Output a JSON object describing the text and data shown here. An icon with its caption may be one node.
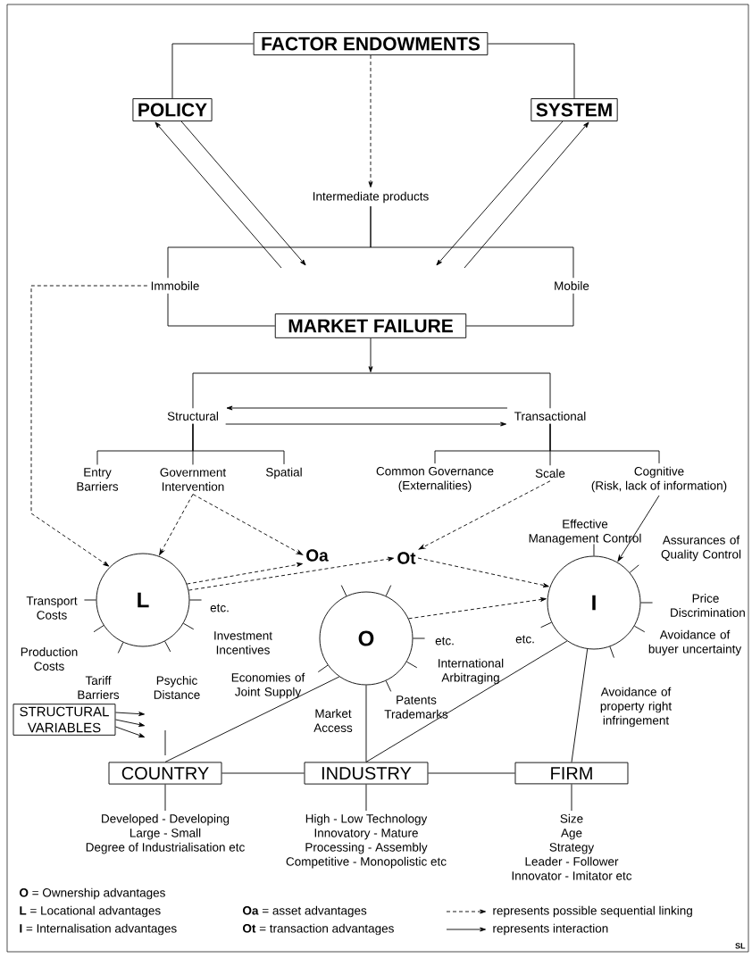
{
  "diagram": {
    "nodes": [
      {
        "text": [
          "FACTOR ENDOWMENTS"
        ]
      },
      {
        "text": [
          "POLICY"
        ]
      },
      {
        "text": [
          "SYSTEM"
        ]
      },
      {
        "text": [
          "Intermediate products"
        ]
      },
      {
        "text": [
          "Immobile"
        ]
      },
      {
        "text": [
          "Mobile"
        ]
      },
      {
        "text": [
          "MARKET FAILURE"
        ]
      },
      {
        "text": [
          "Structural"
        ]
      },
      {
        "text": [
          "Transactional"
        ]
      },
      {
        "text": [
          "Entry Barriers"
        ]
      },
      {
        "text": [
          "Government Intervention"
        ]
      },
      {
        "text": [
          "Spatial"
        ]
      },
      {
        "text": [
          "Common Governance",
          "(Externalities)"
        ]
      },
      {
        "text": [
          "Scale"
        ]
      },
      {
        "text": [
          "Cognitive",
          "(Risk, lack of information)"
        ]
      },
      {
        "text": [
          "L"
        ],
        "beside": [
          "Transport Costs",
          "Production Costs",
          "Tariff Barriers",
          "Psychic Distance",
          "Investment Incentives",
          "etc."
        ]
      },
      {
        "text": [
          "Oa"
        ]
      },
      {
        "text": [
          "Ot"
        ]
      },
      {
        "text": [
          "O"
        ],
        "beside": [
          "Economies of Joint Supply",
          "Market Access",
          "Patents Trademarks",
          "International Arbitraging",
          "etc."
        ]
      },
      {
        "text": [
          "I"
        ],
        "beside": [
          "Effective Management Control",
          "Assurances of Quality Control",
          "Price Discrimination",
          "Avoidance of buyer uncertainty",
          "Avoidance of property right infringement",
          "etc."
        ]
      },
      {
        "text": [
          "STRUCTURAL VARIABLES"
        ]
      },
      {
        "text": [
          "COUNTRY"
        ]
      },
      {
        "text": [
          "INDUSTRY"
        ]
      },
      {
        "text": [
          "FIRM"
        ]
      },
      {
        "text": [
          "Developed - Developing",
          "Large - Small",
          "Degree of Industrialisation etc"
        ]
      },
      {
        "text": [
          "High - Low Technology",
          "Innovatory - Mature",
          "Processing - Assembly",
          "Competitive - Monopolistic etc"
        ]
      },
      {
        "text": [
          "Size",
          "Age",
          "Strategy",
          "Leader - Follower",
          "Innovator - Imitator etc"
        ]
      }
    ],
    "edges": [
      {
        "from": 0,
        "to": 1,
        "arrow": "none"
      },
      {
        "from": 0,
        "to": 2,
        "arrow": "none"
      },
      {
        "from": 0,
        "to": 3,
        "arrow": "to",
        "style": "dashed"
      },
      {
        "from": 1,
        "to": null,
        "arrow": "to"
      },
      {
        "from": null,
        "to": 1,
        "arrow": "to"
      },
      {
        "from": 2,
        "to": null,
        "arrow": "to"
      },
      {
        "from": null,
        "to": 2,
        "arrow": "to"
      },
      {
        "from": 3,
        "to": 4,
        "arrow": "none"
      },
      {
        "from": 3,
        "to": 5,
        "arrow": "none"
      },
      {
        "from": 4,
        "to": 6,
        "arrow": "none"
      },
      {
        "from": 5,
        "to": 6,
        "arrow": "none"
      },
      {
        "from": 4,
        "to": 15,
        "arrow": "to",
        "style": "dashed"
      },
      {
        "from": 6,
        "to": null,
        "arrow": "to"
      },
      {
        "from": 7,
        "to": 8,
        "arrow": "none"
      },
      {
        "from": 7,
        "to": 8,
        "arrow": "to"
      },
      {
        "from": 8,
        "to": 7,
        "arrow": "to"
      },
      {
        "from": 7,
        "to": 9,
        "arrow": "none"
      },
      {
        "from": 7,
        "to": 10,
        "arrow": "none"
      },
      {
        "from": 7,
        "to": 11,
        "arrow": "none"
      },
      {
        "from": 8,
        "to": 12,
        "arrow": "none"
      },
      {
        "from": 8,
        "to": 13,
        "arrow": "none"
      },
      {
        "from": 8,
        "to": 14,
        "arrow": "none"
      },
      {
        "from": 10,
        "to": 15,
        "arrow": "to",
        "style": "dashed"
      },
      {
        "from": 10,
        "to": 16,
        "arrow": "to",
        "style": "dashed"
      },
      {
        "from": 13,
        "to": 17,
        "arrow": "to",
        "style": "dashed"
      },
      {
        "from": 14,
        "to": 19,
        "arrow": "to"
      },
      {
        "from": 15,
        "to": 16,
        "arrow": "to",
        "style": "dashed"
      },
      {
        "from": 15,
        "to": 17,
        "arrow": "to",
        "style": "dashed"
      },
      {
        "from": 17,
        "to": 19,
        "arrow": "to",
        "style": "dashed"
      },
      {
        "from": 18,
        "to": 19,
        "arrow": "to",
        "style": "dashed"
      },
      {
        "from": 20,
        "to": null,
        "arrow": "to"
      },
      {
        "from": 20,
        "to": null,
        "arrow": "to"
      },
      {
        "from": 20,
        "to": null,
        "arrow": "to"
      },
      {
        "from": 18,
        "to": 21,
        "arrow": "none"
      },
      {
        "from": 18,
        "to": 22,
        "arrow": "none"
      },
      {
        "from": 19,
        "to": 22,
        "arrow": "none"
      },
      {
        "from": 19,
        "to": 23,
        "arrow": "none"
      },
      {
        "from": 21,
        "to": 22,
        "arrow": "none"
      },
      {
        "from": 22,
        "to": 23,
        "arrow": "none"
      },
      {
        "from": 21,
        "to": 24,
        "arrow": "none"
      },
      {
        "from": 22,
        "to": 25,
        "arrow": "none"
      },
      {
        "from": 23,
        "to": 26,
        "arrow": "none"
      }
    ],
    "labels": [
      "**O** = Ownership advantages",
      "**L** = Locational advantages",
      "**I** = Internalisation advantages",
      "**Oa** = asset advantages",
      "**Ot** = transaction advantages",
      "SL"
    ],
    "legend": [
      {
        "text": "represents possible sequential linking"
      },
      {
        "text": "represents interaction"
      }
    ]
  }
}
